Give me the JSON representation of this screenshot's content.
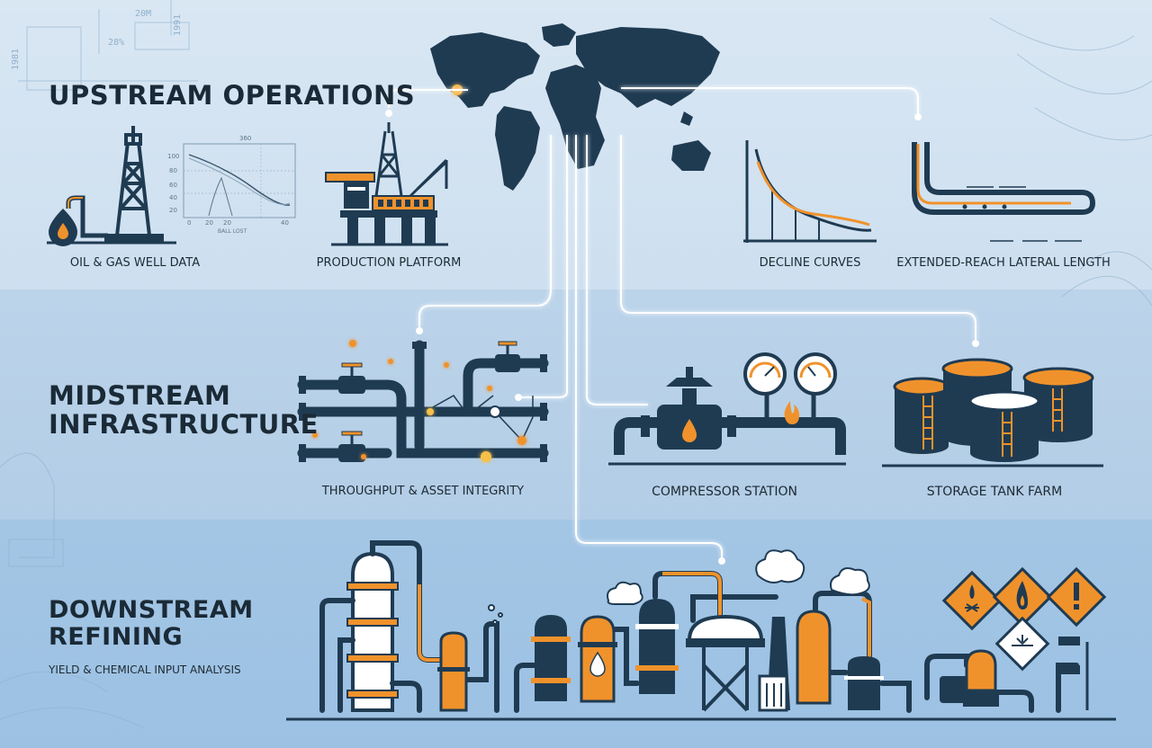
{
  "sections": {
    "upstream": {
      "title": "UPSTREAM OPERATIONS",
      "labels": {
        "well_data": "OIL & GAS WELL DATA",
        "platform": "PRODUCTION PLATFORM",
        "decline": "DECLINE CURVES",
        "lateral": "EXTENDED-REACH LATERAL LENGTH"
      },
      "chart_ticks": {
        "top": "360",
        "y": [
          "100",
          "80",
          "60",
          "40",
          "20"
        ],
        "x": [
          "0",
          "20",
          "20",
          "40"
        ],
        "bottom": "BALL LOST"
      }
    },
    "midstream": {
      "title_line1": "MIDSTREAM",
      "title_line2": "INFRASTRUCTURE",
      "labels": {
        "throughput": "THROUGHPUT & ASSET INTEGRITY",
        "compressor": "COMPRESSOR STATION",
        "storage": "STORAGE TANK FARM"
      }
    },
    "downstream": {
      "title_line1": "DOWNSTREAM",
      "title_line2": "REFINING",
      "subtitle": "YIELD & CHEMICAL INPUT ANALYSIS"
    }
  },
  "blueprint_text": [
    "1981",
    "28%",
    "20M",
    "1991"
  ],
  "colors": {
    "navy": "#1f3b52",
    "orange": "#f0922b",
    "white": "#ffffff",
    "band_upstream": "#d6e5f2",
    "band_midstream": "#bad3ea",
    "band_downstream": "#a0c4e4"
  },
  "icons": [
    "world-map-icon",
    "oil-drop-icon",
    "derrick-icon",
    "platform-icon",
    "valve-icon",
    "pressure-gauge-icon",
    "flame-icon",
    "storage-tank-icon",
    "refinery-column-icon",
    "hazard-flammable-icon",
    "hazard-warning-icon"
  ]
}
